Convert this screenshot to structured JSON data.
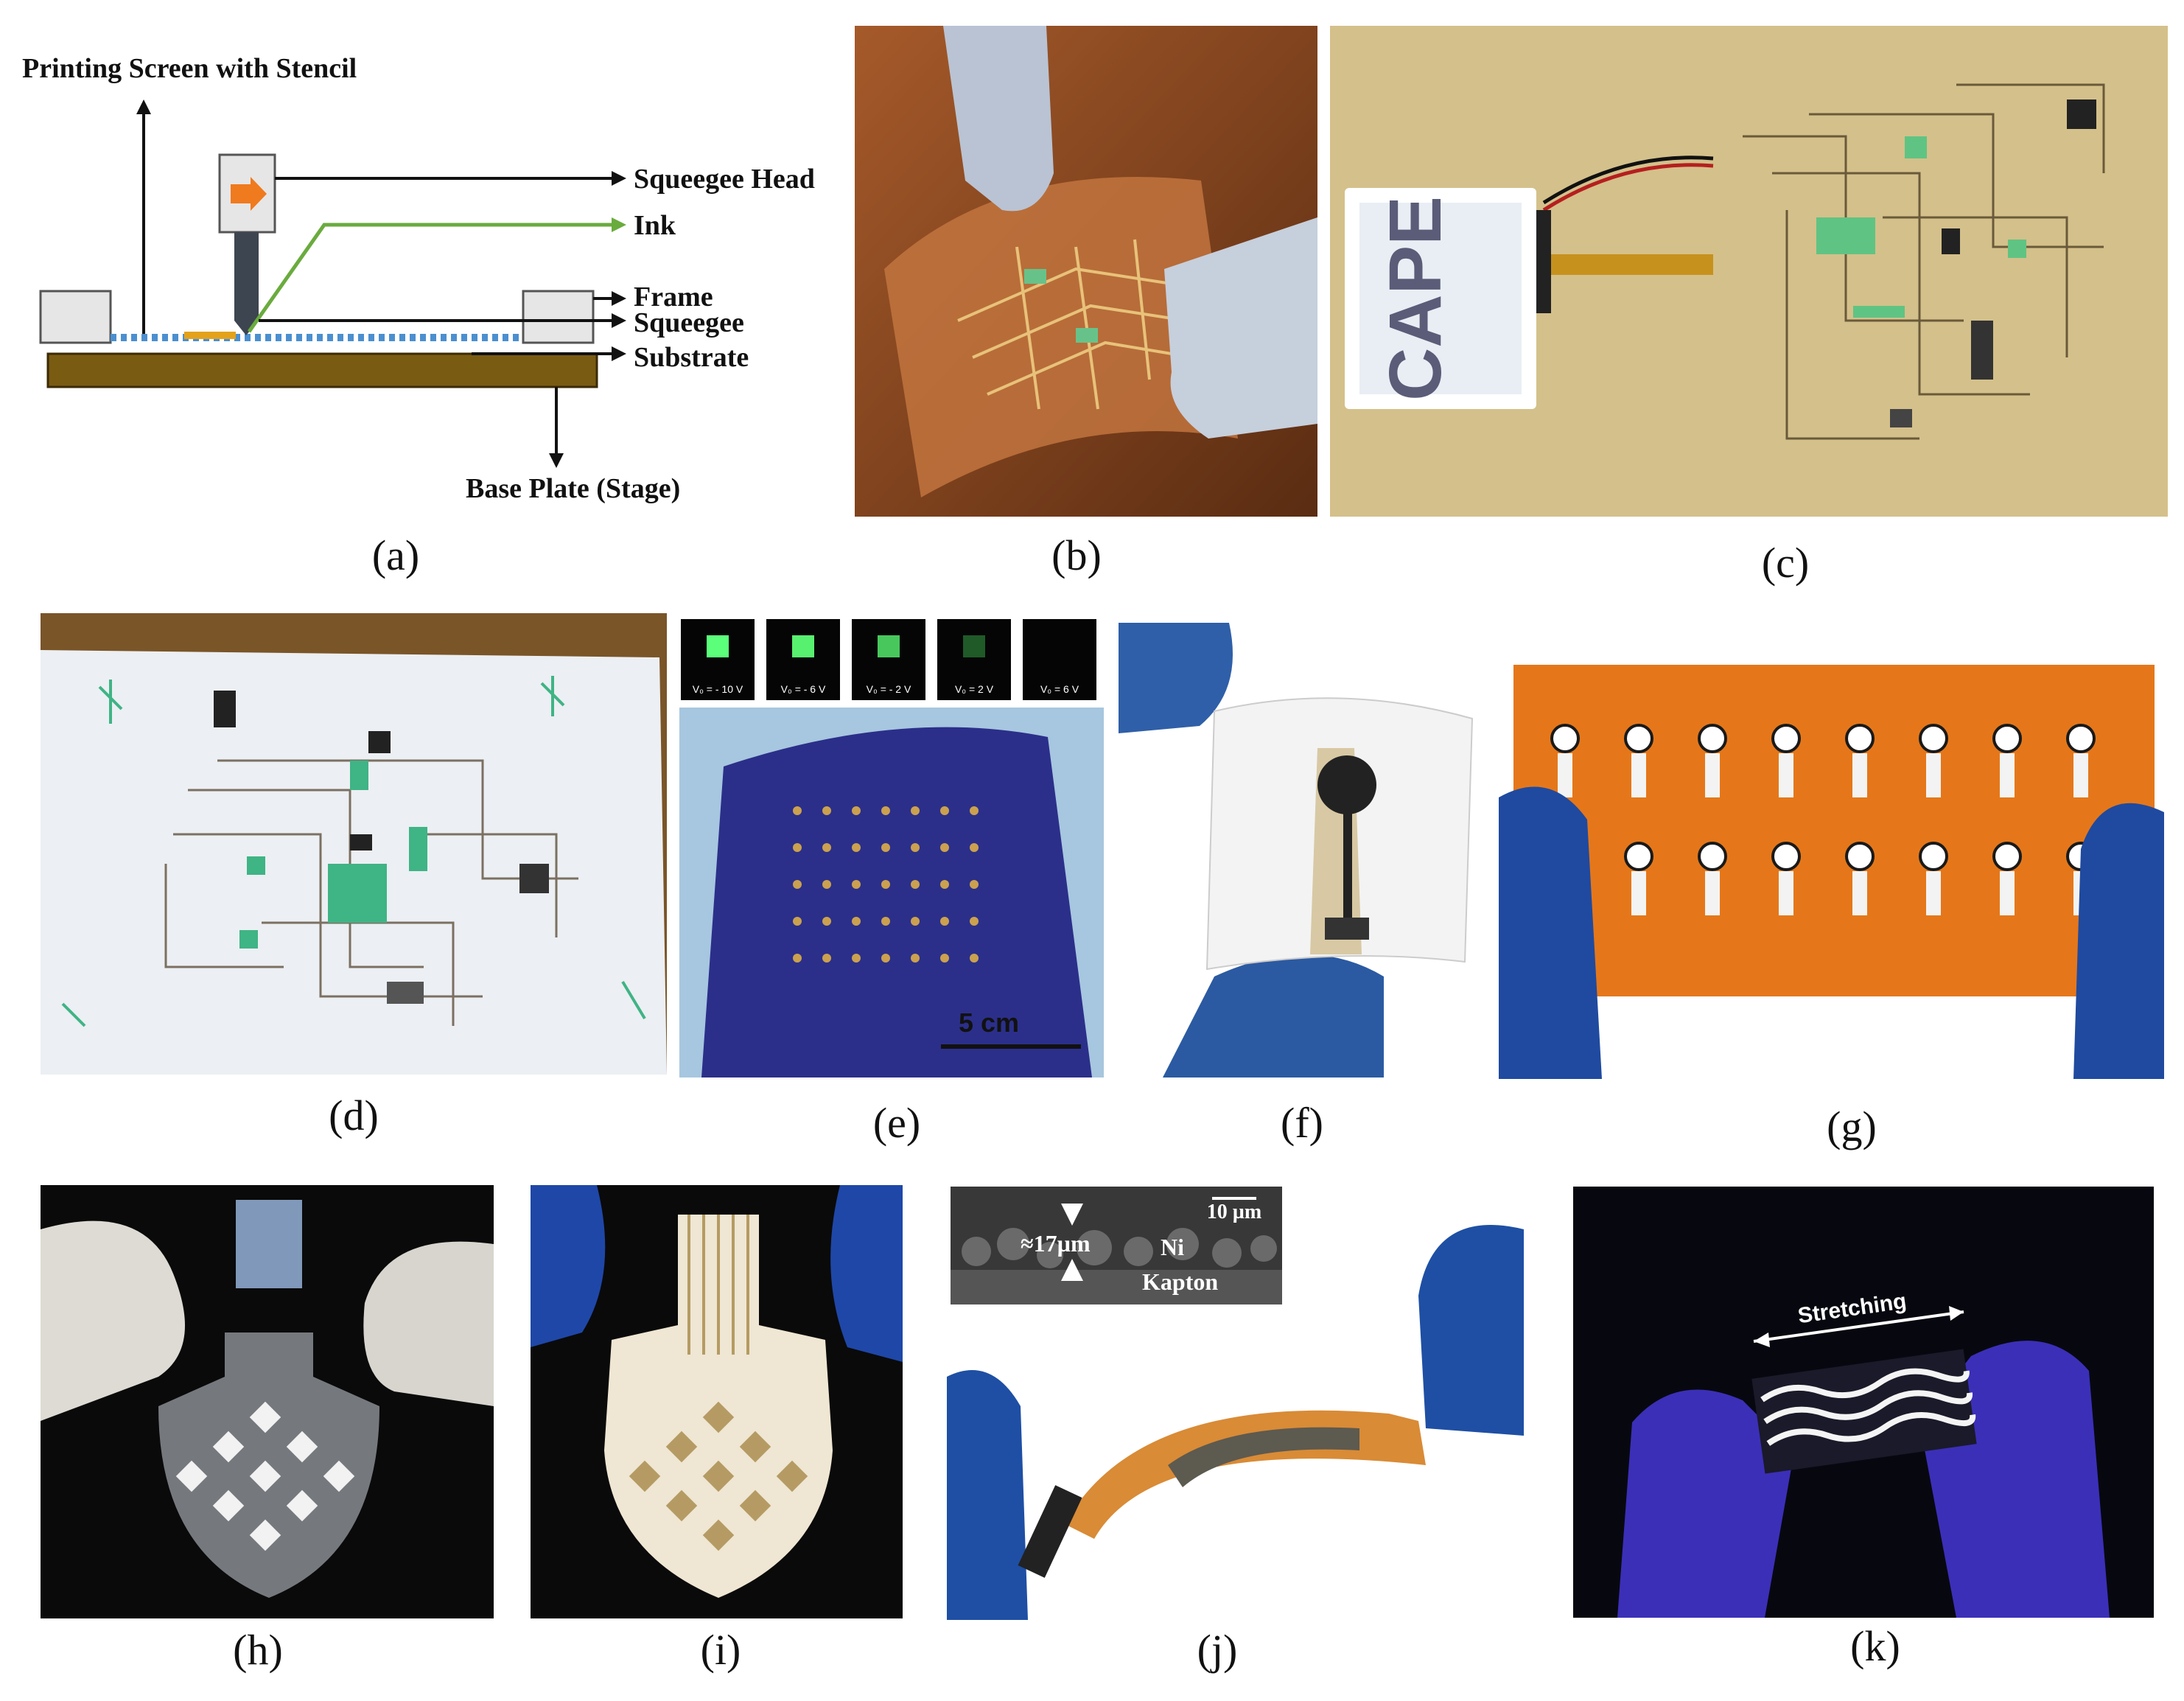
{
  "panel_a": {
    "printing_screen_label": "Printing Screen with Stencil",
    "squeegee_head_label": "Squeegee Head",
    "ink_label": "Ink",
    "frame_label": "Frame",
    "squeegee_label": "Squeegee",
    "substrate_label": "Substrate",
    "base_plate_label": "Base Plate (Stage)"
  },
  "panel_c": {
    "display_text": "CAPE"
  },
  "panel_e": {
    "thumb_labels": [
      "V₀ = - 10 V",
      "V₀ = - 6 V",
      "V₀ = - 2 V",
      "V₀ = 2 V",
      "V₀ = 6 V"
    ],
    "scale_label": "5 cm"
  },
  "panel_j": {
    "inset_scale": "10 µm",
    "thickness_label": "≈17µm",
    "layer_top": "Ni",
    "layer_bottom": "Kapton"
  },
  "panel_k": {
    "stretch_label": "Stretching"
  },
  "captions": [
    "(a)",
    "(b)",
    "(c)",
    "(d)",
    "(e)",
    "(f)",
    "(g)",
    "(h)",
    "(i)",
    "(j)",
    "(k)"
  ]
}
